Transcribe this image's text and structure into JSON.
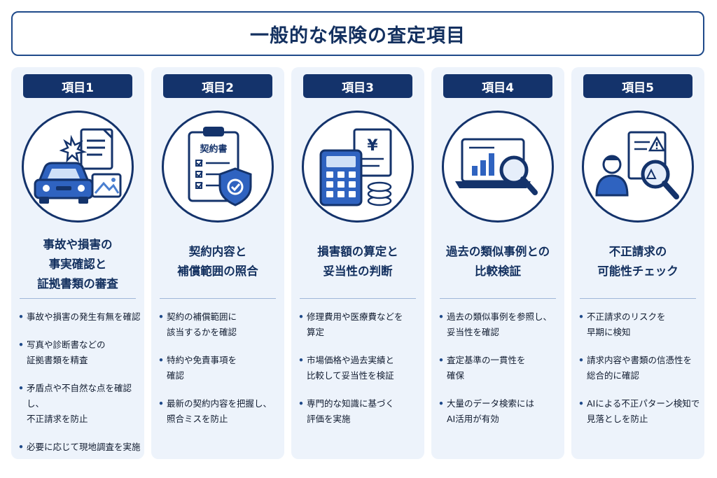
{
  "title": "一般的な保険の査定項目",
  "columns": [
    {
      "badge": "項目1",
      "icon": "car-accident-document-icon",
      "heading": "事故や損害の\n事実確認と\n証拠書類の審査",
      "bullets": [
        "事故や損害の発生有無を確認",
        "写真や診断書などの\n証拠書類を精査",
        "矛盾点や不自然な点を確認し、\n不正請求を防止",
        "必要に応じて現地調査を実施"
      ]
    },
    {
      "badge": "項目2",
      "icon": "contract-clipboard-shield-icon",
      "icon_text": "契約書",
      "heading": "契約内容と\n補償範囲の照合",
      "bullets": [
        "契約の補償範囲に\n該当するかを確認",
        "特約や免責事項を\n確認",
        "最新の契約内容を把握し、\n照合ミスを防止"
      ]
    },
    {
      "badge": "項目3",
      "icon": "calculator-yen-coins-icon",
      "icon_text": "¥",
      "heading": "損害額の算定と\n妥当性の判断",
      "bullets": [
        "修理費用や医療費などを\n算定",
        "市場価格や過去実績と\n比較して妥当性を検証",
        "専門的な知識に基づく\n評価を実施"
      ]
    },
    {
      "badge": "項目4",
      "icon": "laptop-chart-magnifier-icon",
      "heading": "過去の類似事例との\n比較検証",
      "bullets": [
        "過去の類似事例を参照し、\n妥当性を確認",
        "査定基準の一貫性を\n確保",
        "大量のデータ検索には\nAI活用が有効"
      ]
    },
    {
      "badge": "項目5",
      "icon": "person-warning-magnifier-icon",
      "heading": "不正請求の\n可能性チェック",
      "bullets": [
        "不正請求のリスクを\n早期に検知",
        "請求内容や書類の信憑性を\n総合的に確認",
        "AIによる不正パターン検知で\n見落としを防止"
      ]
    }
  ]
}
